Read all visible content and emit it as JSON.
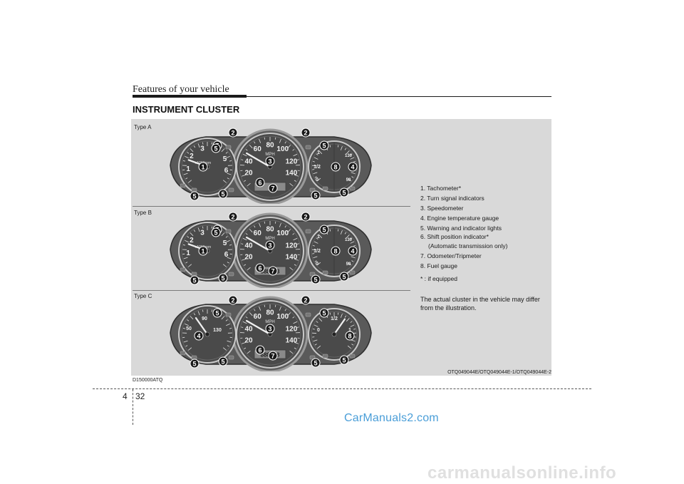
{
  "header": {
    "title": "Features of your vehicle"
  },
  "section": {
    "title": "INSTRUMENT CLUSTER"
  },
  "figure": {
    "types": [
      "Type A",
      "Type B",
      "Type C"
    ],
    "code": "OTQ049044E/OTQ049044E-1/OTQ049044E-2",
    "tach_ticks": [
      "1",
      "2",
      "3",
      "4",
      "5",
      "6"
    ],
    "tach_unit": "x1000rpm",
    "speed_ticks": [
      "20",
      "40",
      "60",
      "80",
      "100",
      "120",
      "140"
    ],
    "speed_unit": "MPH",
    "temp_ticks": [
      "130",
      "90",
      "50"
    ],
    "fuel_ticks": [
      "0",
      "1/2",
      "1"
    ],
    "odometer": "888888",
    "callouts": [
      "1",
      "2",
      "3",
      "4",
      "5",
      "6",
      "7",
      "8"
    ]
  },
  "legend": {
    "items": [
      "1. Tachometer*",
      "2. Turn signal indicators",
      "3. Speedometer",
      "4. Engine temperature gauge",
      "5. Warning and indicator lights",
      "6. Shift position indicator*",
      "(Automatic transmission only)",
      "7. Odometer/Tripmeter",
      "8. Fuel gauge"
    ],
    "note": "* : if equipped"
  },
  "disclaimer": "The actual cluster in the vehicle may differ from the illustration.",
  "section_code": "D150000ATQ",
  "footer": {
    "chapter": "4",
    "page": "32"
  },
  "watermarks": [
    "CarManuals2.com",
    "carmanualsonline.info"
  ]
}
